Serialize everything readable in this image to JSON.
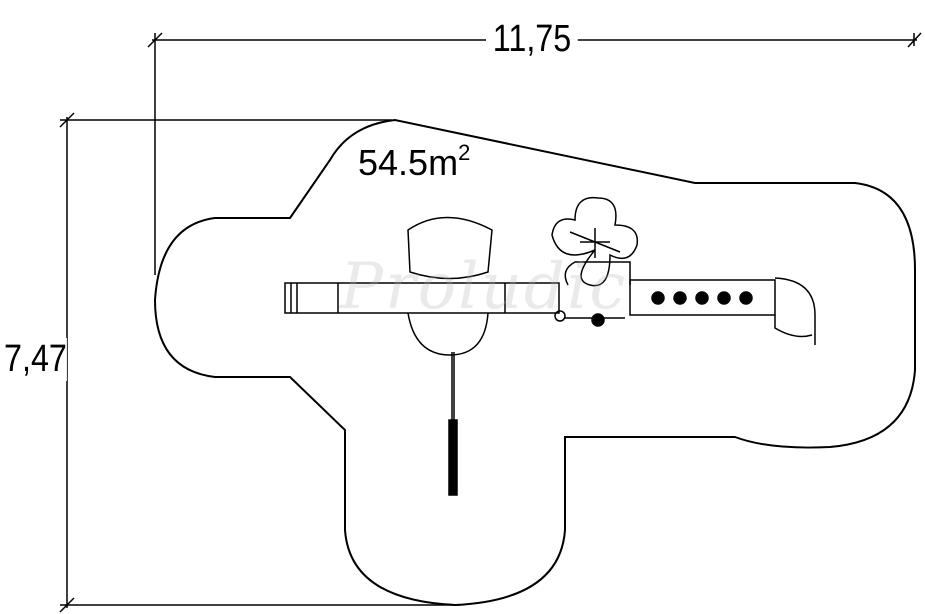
{
  "dimensions": {
    "width": "11,75",
    "height": "7,47"
  },
  "area": {
    "value": "54.5m",
    "superscript": "2"
  },
  "watermark": "Proludic",
  "colors": {
    "line": "#000000",
    "background": "#ffffff",
    "watermark": "#b4b4be"
  }
}
